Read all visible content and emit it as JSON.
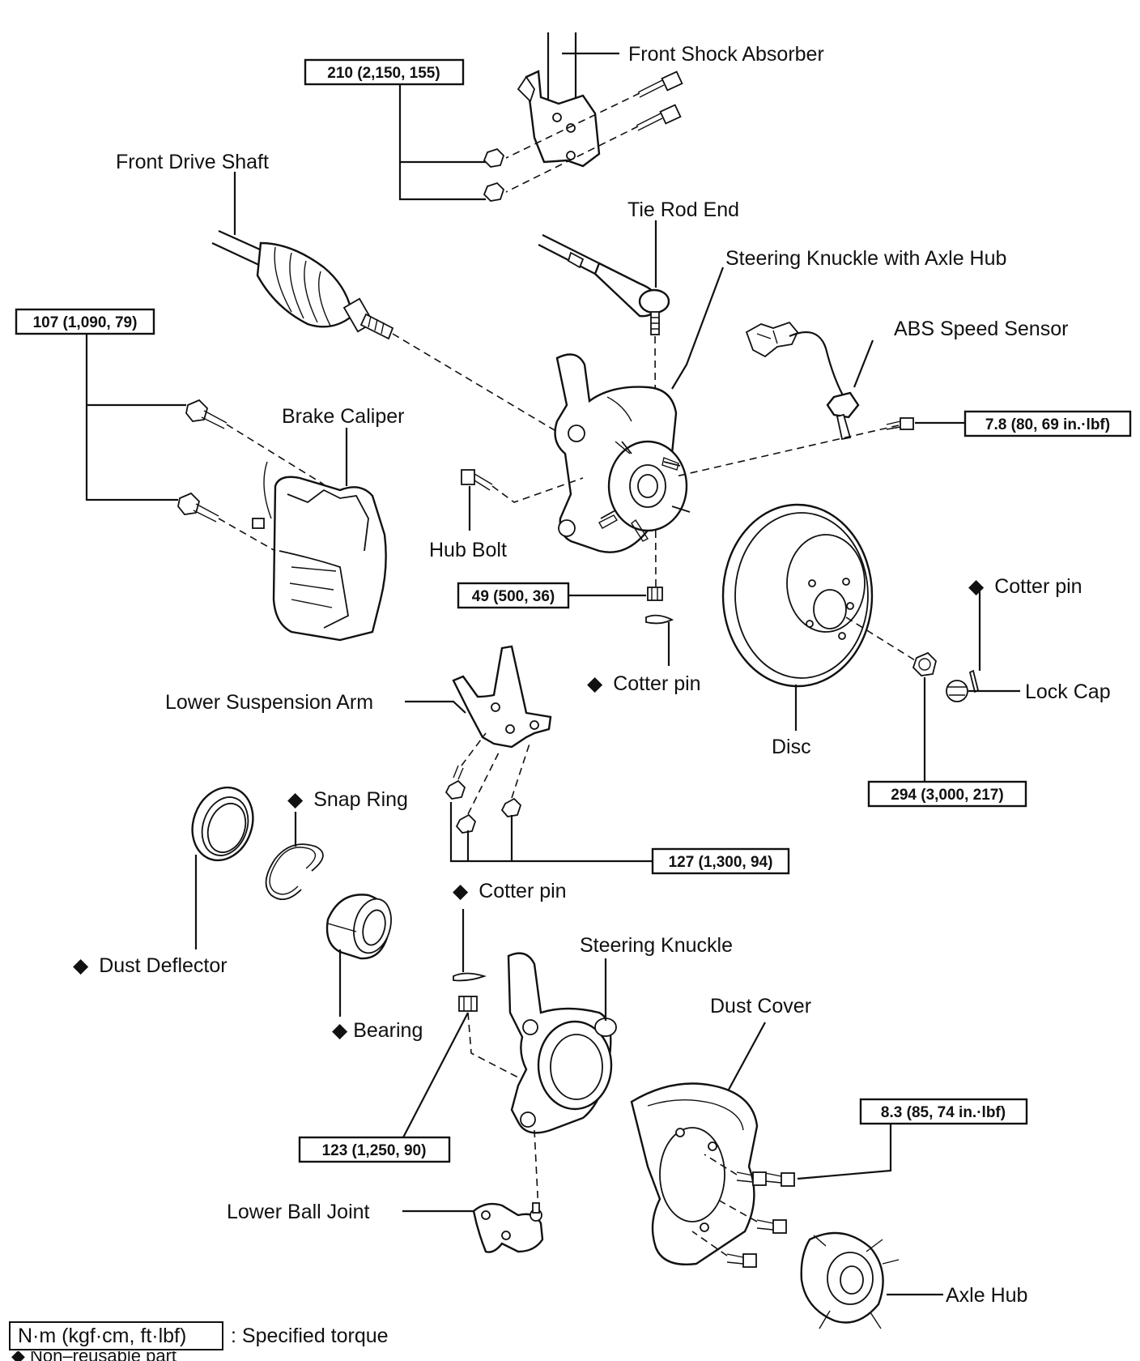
{
  "labels": {
    "front_shock_absorber": "Front Shock Absorber",
    "front_drive_shaft": "Front Drive Shaft",
    "tie_rod_end": "Tie Rod End",
    "steering_knuckle_with_axle_hub": "Steering Knuckle with Axle Hub",
    "abs_speed_sensor": "ABS Speed Sensor",
    "brake_caliper": "Brake Caliper",
    "hub_bolt": "Hub Bolt",
    "cotter_pin_castle_nut": "Cotter pin",
    "cotter_pin_lock_cap": "Cotter pin",
    "lock_cap": "Lock Cap",
    "disc": "Disc",
    "lower_suspension_arm": "Lower Suspension Arm",
    "snap_ring": "Snap Ring",
    "dust_deflector": "Dust Deflector",
    "bearing": "Bearing",
    "cotter_pin_ball_joint": "Cotter pin",
    "steering_knuckle": "Steering Knuckle",
    "dust_cover": "Dust Cover",
    "lower_ball_joint": "Lower Ball Joint",
    "axle_hub": "Axle Hub"
  },
  "non_reusable_mark": "◆",
  "torques": {
    "shock_absorber_bolts": "210 (2,150, 155)",
    "caliper_bolts": "107 (1,090, 79)",
    "abs_sensor_bolt": "7.8 (80, 69 in.·lbf)",
    "tie_rod_nut": "49 (500, 36)",
    "axle_nut": "294 (3,000, 217)",
    "lower_arm_bolts": "127 (1,300, 94)",
    "ball_joint_nut": "123 (1,250, 90)",
    "dust_cover_bolts": "8.3 (85, 74 in.·lbf)"
  },
  "legend": {
    "torque_box": "N·m (kgf·cm, ft·lbf)",
    "torque_desc": ": Specified torque",
    "non_reusable": "◆ Non–reusable part"
  }
}
